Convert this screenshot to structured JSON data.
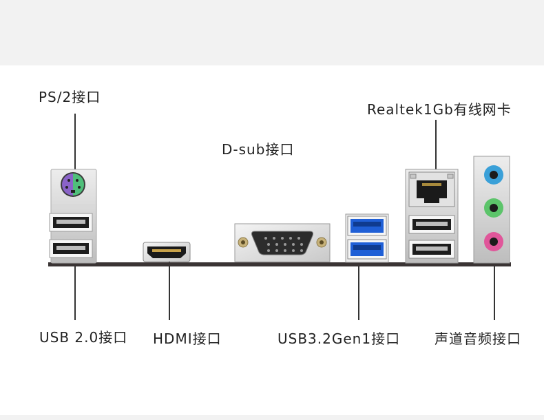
{
  "labels": {
    "ps2": "PS/2接口",
    "lan": "Realtek1Gb有线网卡",
    "dsub": "D-sub接口",
    "usb20": "USB 2.0接口",
    "hdmi": "HDMI接口",
    "usb32": "USB3.2Gen1接口",
    "audio": "声道音频接口"
  },
  "colors": {
    "usb3_blue": "#1f5fd6",
    "audio_blue": "#3aa0d8",
    "audio_green": "#5cc46a",
    "audio_pink": "#e0569a",
    "ps2_purple": "#8a63c8",
    "ps2_green": "#4fbf7a"
  }
}
